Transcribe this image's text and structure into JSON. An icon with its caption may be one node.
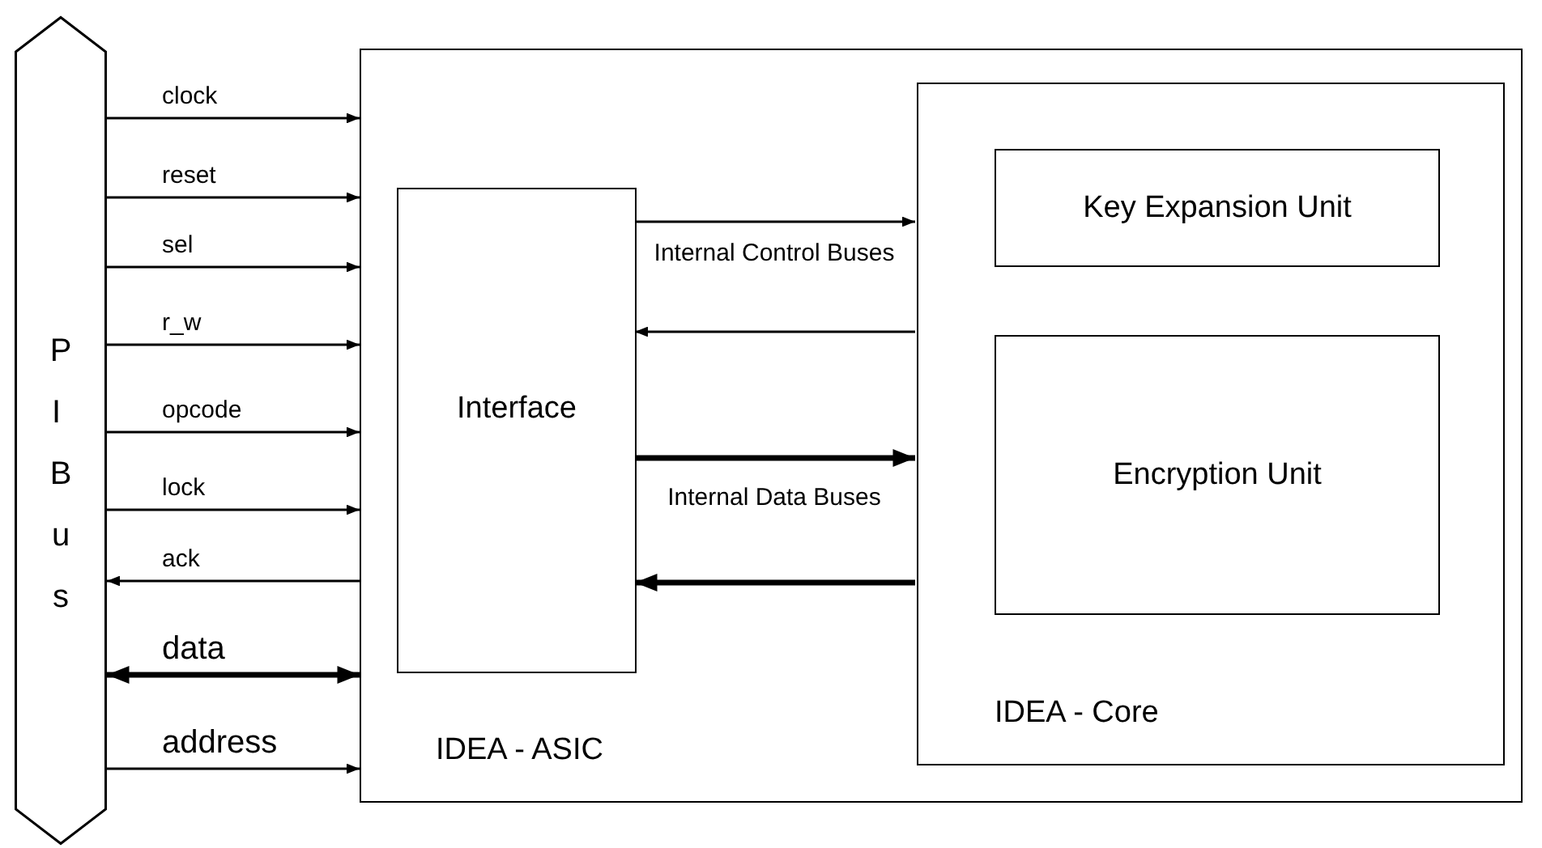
{
  "diagram": {
    "nodes": [
      {
        "text": [
          "PI Bus"
        ]
      },
      {
        "text": [
          "IDEA - ASIC"
        ]
      },
      {
        "text": [
          "Interface"
        ],
        "in": 1
      },
      {
        "text": [
          "IDEA - Core"
        ],
        "in": 1
      },
      {
        "text": [
          "Key Expansion Unit"
        ],
        "in": 3
      },
      {
        "text": [
          "Encryption Unit"
        ],
        "in": 3
      }
    ],
    "edges": [
      {
        "from": 0,
        "to": 1,
        "arrow": "to",
        "label": "clock"
      },
      {
        "from": 0,
        "to": 1,
        "arrow": "to",
        "label": "reset"
      },
      {
        "from": 0,
        "to": 1,
        "arrow": "to",
        "label": "sel"
      },
      {
        "from": 0,
        "to": 1,
        "arrow": "to",
        "label": "r_w"
      },
      {
        "from": 0,
        "to": 1,
        "arrow": "to",
        "label": "opcode"
      },
      {
        "from": 0,
        "to": 1,
        "arrow": "to",
        "label": "lock"
      },
      {
        "from": 1,
        "to": 0,
        "arrow": "to",
        "label": "ack"
      },
      {
        "from": 0,
        "to": 1,
        "arrow": "both",
        "label": "data",
        "style": "thick"
      },
      {
        "from": 0,
        "to": 1,
        "arrow": "to",
        "label": "address"
      },
      {
        "from": 2,
        "to": 3,
        "arrow": "to"
      },
      {
        "from": 3,
        "to": 2,
        "arrow": "to"
      },
      {
        "from": 2,
        "to": 3,
        "arrow": "to",
        "style": "thick"
      },
      {
        "from": 3,
        "to": 2,
        "arrow": "to",
        "style": "thick"
      }
    ],
    "labels": [
      "Internal Control Buses",
      "Internal Data Buses"
    ]
  }
}
